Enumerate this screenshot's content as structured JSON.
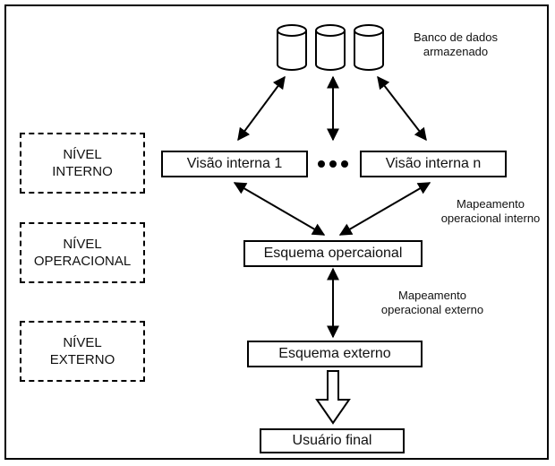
{
  "levels": [
    {
      "line1": "NÍVEL",
      "line2": "INTERNO"
    },
    {
      "line1": "NÍVEL",
      "line2": "OPERACIONAL"
    },
    {
      "line1": "NÍVEL",
      "line2": "EXTERNO"
    }
  ],
  "database": {
    "line1": "Banco de dados",
    "line2": "armazenado"
  },
  "boxes": {
    "internal_view_1": "Visão interna 1",
    "internal_view_n": "Visão interna n",
    "operational_schema": "Esquema opercaional",
    "external_schema": "Esquema externo",
    "final_user": "Usuário final"
  },
  "mappings": {
    "internal": {
      "line1": "Mapeamento",
      "line2": "operacional interno"
    },
    "external": {
      "line1": "Mapeamento",
      "line2": "operacional externo"
    }
  }
}
